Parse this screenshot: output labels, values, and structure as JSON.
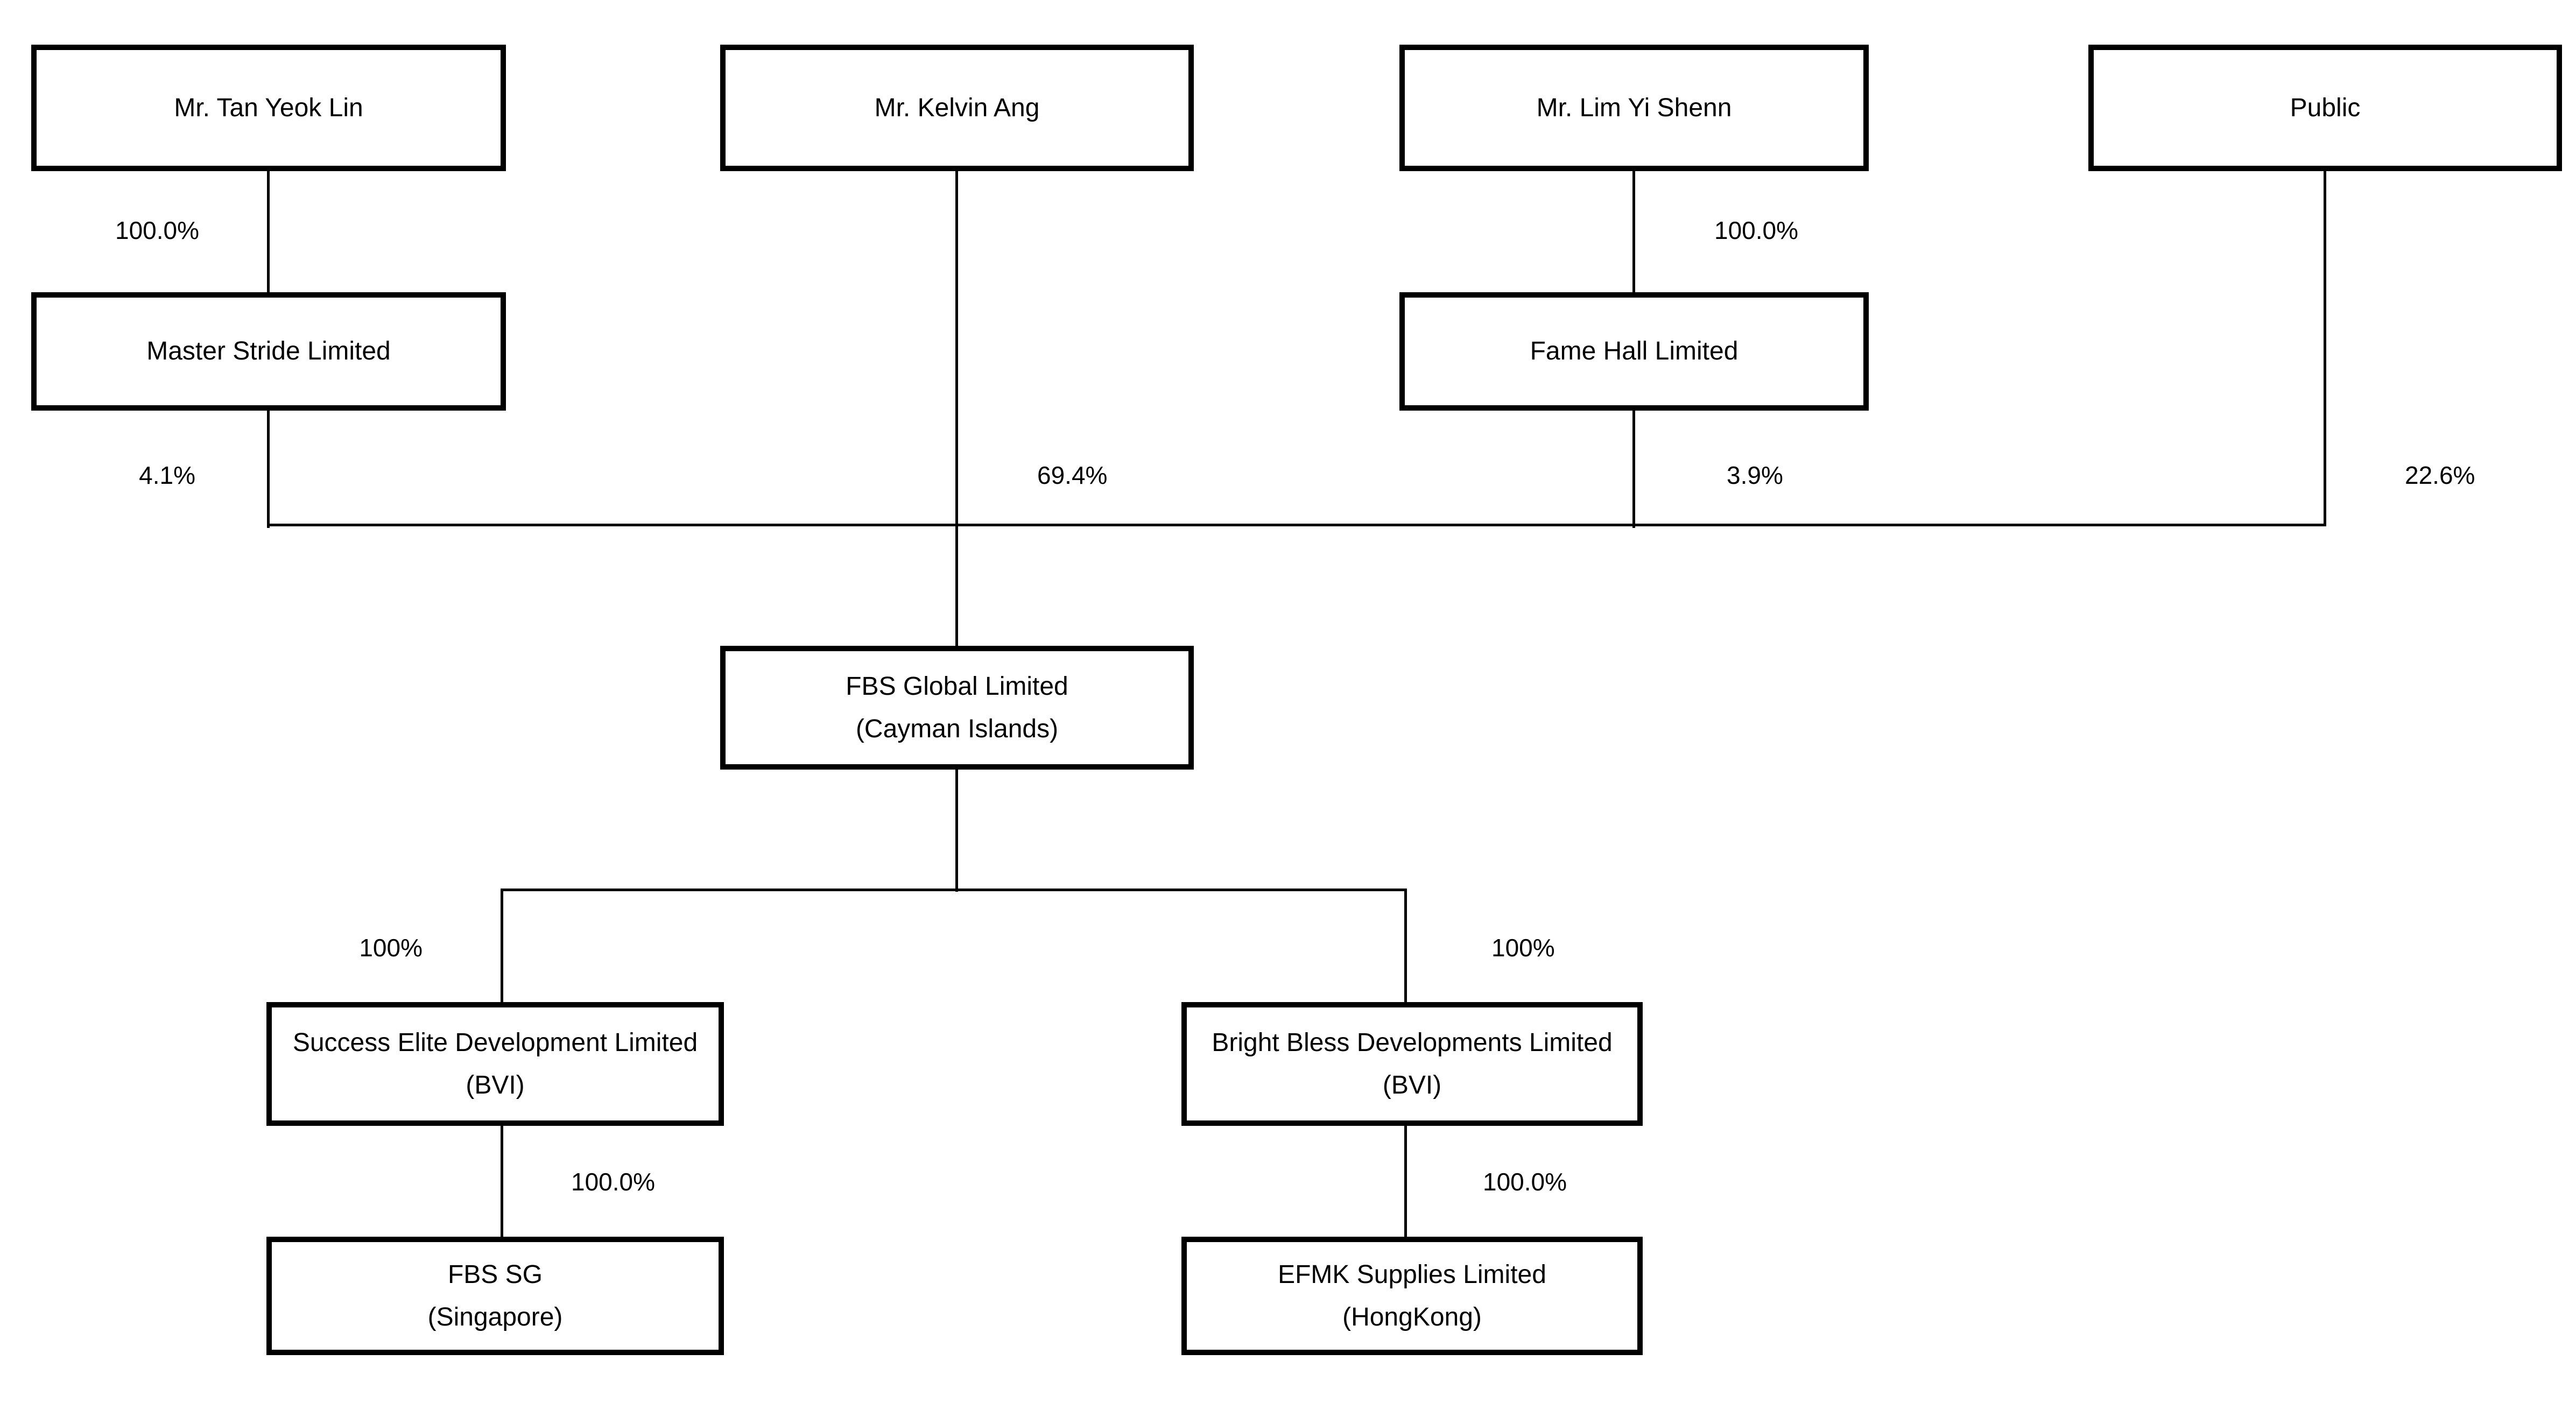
{
  "diagram": {
    "type": "corporate-ownership-structure",
    "background": "#ffffff",
    "colors": {
      "box_border": "#000000",
      "box_fill": "#ffffff",
      "connector": "#000000",
      "text": "#000000"
    },
    "nodes": {
      "tan": {
        "label": "Mr. Tan Yeok Lin"
      },
      "kelvin": {
        "label": "Mr. Kelvin Ang"
      },
      "lim": {
        "label": "Mr. Lim Yi Shenn"
      },
      "public": {
        "label": "Public"
      },
      "master_stride": {
        "label": "Master Stride Limited"
      },
      "fame_hall": {
        "label": "Fame Hall Limited"
      },
      "fbs_global": {
        "line1": "FBS Global Limited",
        "line2": "(Cayman Islands)"
      },
      "success_elite": {
        "line1": "Success Elite Development Limited",
        "line2": "(BVI)"
      },
      "bright_bless": {
        "line1": "Bright Bless Developments Limited",
        "line2": "(BVI)"
      },
      "fbs_sg": {
        "line1": "FBS SG",
        "line2": "(Singapore)"
      },
      "efmk": {
        "line1": "EFMK Supplies Limited",
        "line2": "(HongKong)"
      }
    },
    "ownership_labels": {
      "tan_to_master": "100.0%",
      "lim_to_fame": "100.0%",
      "master_to_fbs": "4.1%",
      "kelvin_to_fbs": "69.4%",
      "fame_to_fbs": "3.9%",
      "public_to_fbs": "22.6%",
      "fbs_to_success": "100%",
      "fbs_to_bright": "100%",
      "success_to_fbssg": "100.0%",
      "bright_to_efmk": "100.0%"
    },
    "edges": [
      {
        "from": "Mr. Tan Yeok Lin",
        "to": "Master Stride Limited",
        "label": "100.0%"
      },
      {
        "from": "Mr. Lim Yi Shenn",
        "to": "Fame Hall Limited",
        "label": "100.0%"
      },
      {
        "from": "Master Stride Limited",
        "to": "FBS Global Limited (Cayman Islands)",
        "label": "4.1%"
      },
      {
        "from": "Mr. Kelvin Ang",
        "to": "FBS Global Limited (Cayman Islands)",
        "label": "69.4%"
      },
      {
        "from": "Fame Hall Limited",
        "to": "FBS Global Limited (Cayman Islands)",
        "label": "3.9%"
      },
      {
        "from": "Public",
        "to": "FBS Global Limited (Cayman Islands)",
        "label": "22.6%"
      },
      {
        "from": "FBS Global Limited (Cayman Islands)",
        "to": "Success Elite Development Limited (BVI)",
        "label": "100%"
      },
      {
        "from": "FBS Global Limited (Cayman Islands)",
        "to": "Bright Bless Developments Limited (BVI)",
        "label": "100%"
      },
      {
        "from": "Success Elite Development Limited (BVI)",
        "to": "FBS SG (Singapore)",
        "label": "100.0%"
      },
      {
        "from": "Bright Bless Developments Limited (BVI)",
        "to": "EFMK Supplies Limited (HongKong)",
        "label": "100.0%"
      }
    ]
  }
}
